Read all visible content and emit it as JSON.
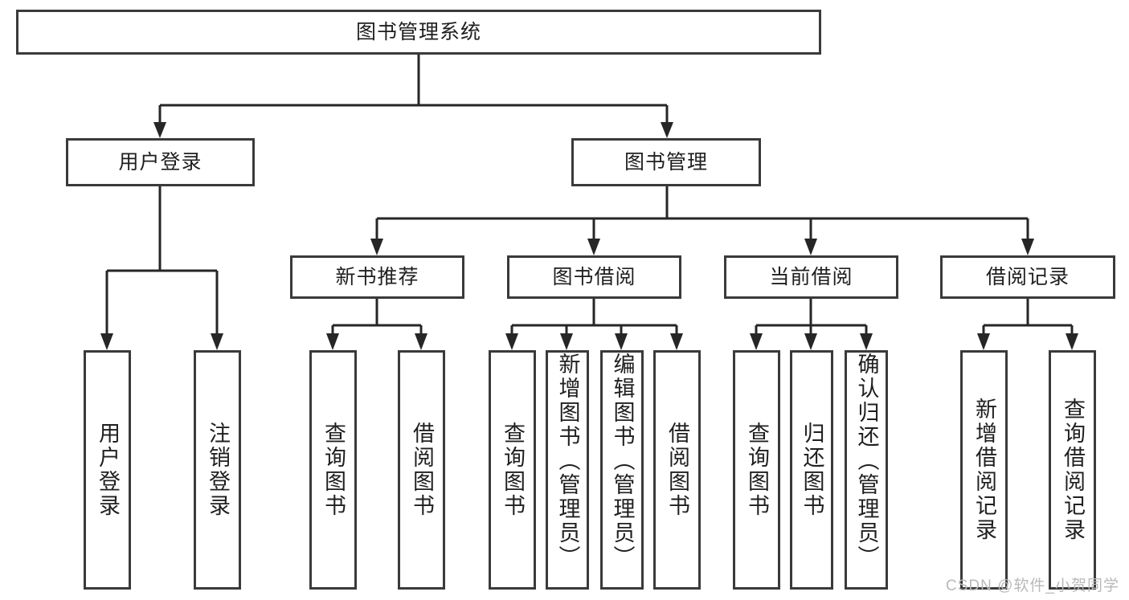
{
  "diagram": {
    "title": "图书管理系统",
    "type": "tree-hierarchy-diagram",
    "root": {
      "label": "图书管理系统"
    },
    "level1": [
      {
        "label": "用户登录"
      },
      {
        "label": "图书管理"
      }
    ],
    "level2": [
      {
        "label": "新书推荐"
      },
      {
        "label": "图书借阅"
      },
      {
        "label": "当前借阅"
      },
      {
        "label": "借阅记录"
      }
    ],
    "leaves": {
      "user_login": [
        {
          "label": "用户登录"
        },
        {
          "label": "注销登录"
        }
      ],
      "new_book_recommend": [
        {
          "label": "查询图书"
        },
        {
          "label": "借阅图书"
        }
      ],
      "book_borrow": [
        {
          "label": "查询图书"
        },
        {
          "label": "新增图书（管理员）"
        },
        {
          "label": "编辑图书（管理员）"
        },
        {
          "label": "借阅图书"
        }
      ],
      "current_borrow": [
        {
          "label": "查询图书"
        },
        {
          "label": "归还图书"
        },
        {
          "label": "确认归还（管理员）"
        }
      ],
      "borrow_record": [
        {
          "label": "新增借阅记录"
        },
        {
          "label": "查询借阅记录"
        }
      ]
    }
  },
  "watermark": {
    "text": "CSDN @软件_小贺同学"
  },
  "colors": {
    "box_border": "#3a3a3a",
    "connector": "#262626",
    "background": "#ffffff",
    "text": "#1f1f1f",
    "watermark": "#b9b9b9"
  }
}
